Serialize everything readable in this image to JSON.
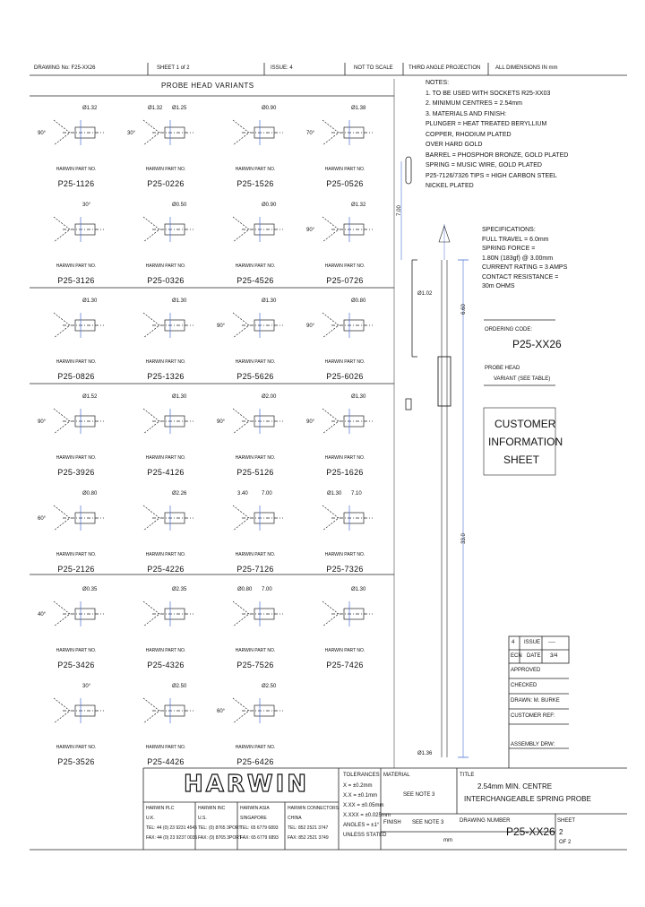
{
  "header": {
    "drawing_no": "DRAWING No: F25-XX26",
    "sheet": "SHEET 1 of 2",
    "issue": "ISSUE: 4",
    "scale": "NOT TO SCALE",
    "projection": "THIRD ANGLE PROJECTION",
    "units": "ALL DIMENSIONS IN mm"
  },
  "section_title": "PROBE HEAD VARIANTS",
  "part_label": "HARWIN PART NO.",
  "variants": [
    {
      "part": "P25-1126",
      "dims": [
        "Ø1.32",
        "90°"
      ]
    },
    {
      "part": "P25-0226",
      "dims": [
        "Ø1.25",
        "Ø1.32",
        "30°"
      ]
    },
    {
      "part": "P25-1526",
      "dims": [
        "Ø0.90"
      ]
    },
    {
      "part": "P25-0526",
      "dims": [
        "Ø1.38",
        "70°"
      ]
    },
    {
      "part": "P25-3126",
      "dims": [
        "30°"
      ]
    },
    {
      "part": "P25-0326",
      "dims": [
        "Ø0.50"
      ]
    },
    {
      "part": "P25-4526",
      "dims": [
        "Ø0.90"
      ]
    },
    {
      "part": "P25-0726",
      "dims": [
        "Ø1.32",
        "90°"
      ]
    },
    {
      "part": "P25-0826",
      "dims": [
        "Ø1.30"
      ]
    },
    {
      "part": "P25-1326",
      "dims": [
        "Ø1.30"
      ]
    },
    {
      "part": "P25-5626",
      "dims": [
        "Ø1.30",
        "90°"
      ]
    },
    {
      "part": "P25-6026",
      "dims": [
        "Ø0.80",
        "90°"
      ]
    },
    {
      "part": "P25-3926",
      "dims": [
        "Ø1.52",
        "90°"
      ]
    },
    {
      "part": "P25-4126",
      "dims": [
        "Ø1.30"
      ]
    },
    {
      "part": "P25-5126",
      "dims": [
        "Ø2.00",
        "90°"
      ]
    },
    {
      "part": "P25-1626",
      "dims": [
        "Ø1.30",
        "90°"
      ]
    },
    {
      "part": "P25-2126",
      "dims": [
        "Ø0.80",
        "60°"
      ]
    },
    {
      "part": "P25-4226",
      "dims": [
        "Ø2.26"
      ]
    },
    {
      "part": "P25-7126",
      "dims": [
        "7.00",
        "3.40"
      ]
    },
    {
      "part": "P25-7326",
      "dims": [
        "7.10",
        "Ø1.30"
      ]
    },
    {
      "part": "P25-3426",
      "dims": [
        "Ø0.35",
        "40°"
      ]
    },
    {
      "part": "P25-4326",
      "dims": [
        "Ø2.35"
      ]
    },
    {
      "part": "P25-7526",
      "dims": [
        "7.00",
        "Ø0.80"
      ]
    },
    {
      "part": "P25-7426",
      "dims": [
        "Ø1.30"
      ]
    },
    {
      "part": "P25-3526",
      "dims": [
        "30°"
      ]
    },
    {
      "part": "P25-4426",
      "dims": [
        "Ø2.50"
      ]
    },
    {
      "part": "P25-6426",
      "dims": [
        "Ø2.50",
        "60°"
      ]
    }
  ],
  "notes": [
    "NOTES:",
    "1. TO BE USED WITH SOCKETS R25-XX03",
    "2. MINIMUM CENTRES = 2.54mm",
    "3. MATERIALS AND FINISH:",
    "   PLUNGER = HEAT TREATED BERYLLIUM",
    "             COPPER, RHODIUM PLATED",
    "   OVER HARD GOLD",
    "   BARREL = PHOSPHOR BRONZE, GOLD PLATED",
    "   SPRING = MUSIC WIRE, GOLD PLATED",
    "   P25-7126/7326 TIPS = HIGH CARBON STEEL",
    "              NICKEL PLATED"
  ],
  "specs": [
    "SPECIFICATIONS:",
    "FULL TRAVEL = 6.0mm",
    "SPRING FORCE =",
    "  1.80N (183gf) @ 3.00mm",
    "CURRENT RATING = 3 AMPS",
    "CONTACT RESISTANCE =",
    "  30m OHMS"
  ],
  "probe_dims": {
    "d1": "7.00",
    "d2": "Ø1.02",
    "d3": "6.60",
    "d4": "33.0",
    "d5": "Ø1.36"
  },
  "ordering": {
    "title": "ORDERING CODE:",
    "code": "P25-XX26",
    "probe_head": "PROBE HEAD",
    "variant_note": "VARIANT (SEE TABLE)"
  },
  "customer_sheet": [
    "CUSTOMER",
    "INFORMATION",
    "SHEET"
  ],
  "revision": {
    "issue_col": "4",
    "issue_hdr": "ISSUE",
    "issue_val": "----",
    "ecn": "ECN",
    "date": "DATE",
    "date_val": "3/4"
  },
  "signoff": [
    "APPROVED",
    "CHECKED",
    "DRAWN:   M. BURKE",
    "CUSTOMER REF:",
    "ASSEMBLY DRW:"
  ],
  "title_block": {
    "logo": "HARWIN",
    "tolerances": "TOLERANCES",
    "tol_lines": [
      "X = ±0.2mm",
      "X.X = ±0.1mm",
      "X.XX = ±0.05mm",
      "X.XXX = ±0.025mm",
      "ANGLES = ±1°",
      "UNLESS STATED"
    ],
    "material": "MATERIAL",
    "material_val": "SEE NOTE 3",
    "finish": "FINISH",
    "finish_val": "SEE NOTE 3",
    "title_label": "TITLE",
    "title": [
      "2.54mm MIN. CENTRE",
      "INTERCHANGEABLE SPRING PROBE"
    ],
    "drawing_number_label": "DRAWING NUMBER",
    "drawing_number": "P25-XX26",
    "units": "mm",
    "sheet_of": [
      "SHEET",
      "2",
      "OF 2"
    ],
    "offices": [
      {
        "name": "HARWIN PLC",
        "loc": "U.K.",
        "tel": "TEL: 44 (0) 23 9231 4545",
        "fax": "FAX: 44 (0) 23 9237 0035"
      },
      {
        "name": "HARWIN INC",
        "loc": "U.S.",
        "tel": "TEL: (0) 8765 3PORT",
        "fax": "FAX: (0) 8765 3PORT"
      },
      {
        "name": "HARWIN ASIA",
        "loc": "SINGAPORE",
        "tel": "TEL: 65 6779 6893",
        "fax": "FAX: 65 6779 6893"
      },
      {
        "name": "HARWIN CONNECTORS",
        "loc": "CHINA",
        "tel": "TEL: 852 2521 3747",
        "fax": "FAX: 852 2521 3749"
      }
    ]
  }
}
